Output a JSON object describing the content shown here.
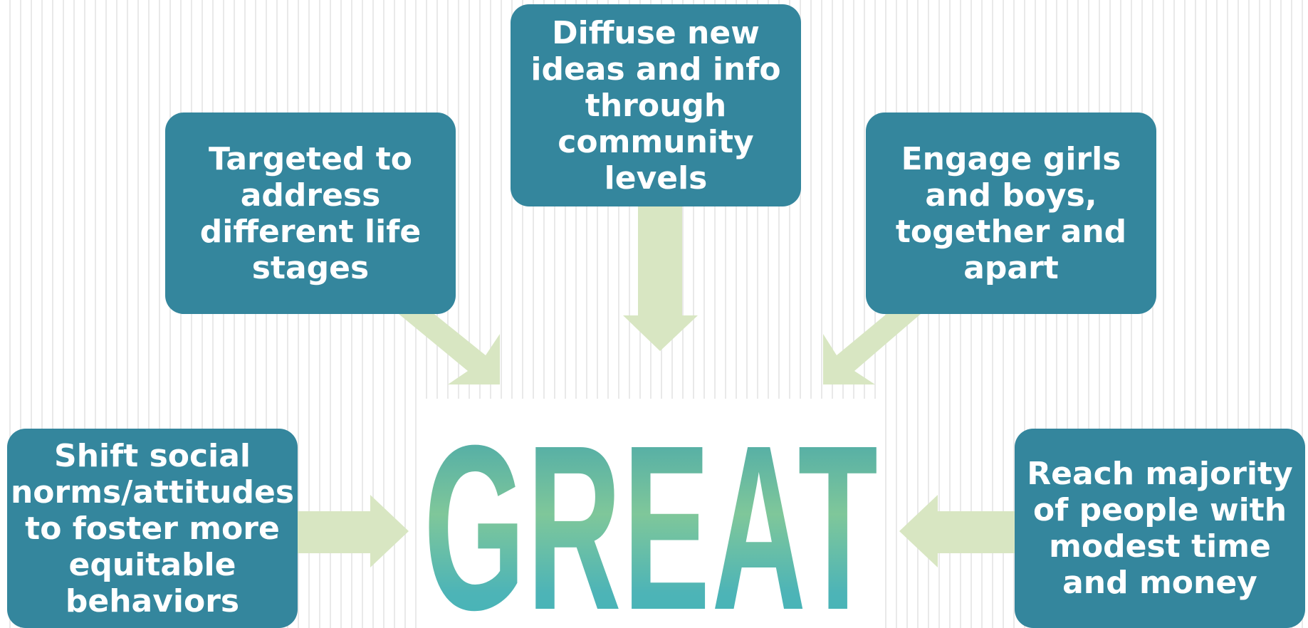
{
  "boxes": {
    "targeted": "Targeted to address different life stages",
    "diffuse": "Diffuse new ideas and info through community levels",
    "engage": "Engage girls and boys, together and apart",
    "shift": "Shift social norms/attitudes to foster more equitable behaviors",
    "reach": "Reach majority of people with modest time and money"
  },
  "logo": {
    "text": "GREAT"
  },
  "colors": {
    "box_fill": "#34869d",
    "box_text": "#ffffff",
    "arrow_fill": "#d8e6c2",
    "logo_teal": "#3fb3b8",
    "logo_green": "#9fd084",
    "stripe": "#e9e9e9"
  }
}
